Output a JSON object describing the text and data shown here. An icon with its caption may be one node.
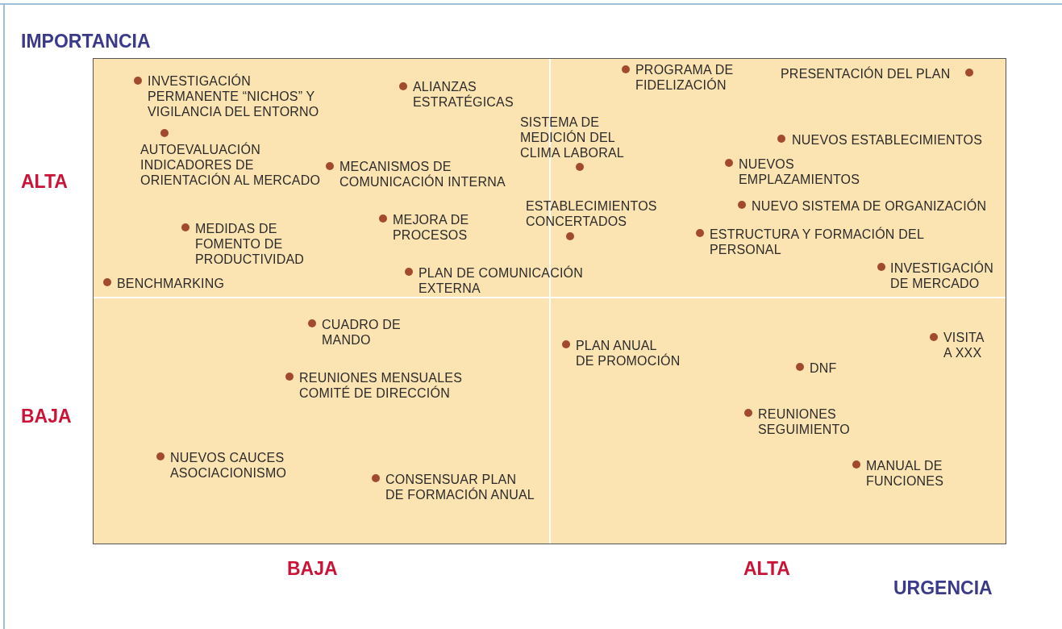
{
  "diagram": {
    "labels": [
      "IMPORTANCIA",
      "PROGRAMA DE FIDELIZACIÓN",
      "PRESENTACIÓN DEL PLAN",
      "INVESTIGACIÓN PERMANENTE “NICHOS” Y VIGILANCIA DEL ENTORNO",
      "ALIANZAS ESTRATÉGICAS",
      "SISTEMA DE MEDICIÓN DEL CLIMA LABORAL",
      "AUTOEVALUACIÓN INDICADORES DE ORIENTACIÓN AL MERCADO",
      "NUEVOS ESTABLECIMIENTOS",
      "NUEVOS EMPLAZAMIENTOS",
      "MECANISMOS DE COMUNICACIÓN INTERNA",
      "ALTA",
      "NUEVO SISTEMA DE ORGANIZACIÓN",
      "ESTABLECIMIENTOS CONCERTADOS",
      "MEJORA DE PROCESOS",
      "MEDIDAS DE FOMENTO DE PRODUCTIVIDAD",
      "ESTRUCTURA Y FORMACIÓN DEL PERSONAL",
      "INVESTIGACIÓN DE MERCADO",
      "PLAN DE COMUNICACIÓN EXTERNA",
      "BENCHMARKING",
      "CUADRO DE MANDO",
      "VISITA A XXX",
      "PLAN ANUAL DE PROMOCIÓN",
      "DNF",
      "REUNIONES MENSUALES COMITÉ DE DIRECCIÓN",
      "BAJA",
      "REUNIONES SEGUIMIENTO",
      "NUEVOS CAUCES ASOCIACIONISMO",
      "MANUAL DE FUNCIONES",
      "CONSENSUAR PLAN DE FORMACIÓN ANUAL",
      "BAJA",
      "ALTA",
      "URGENCIA"
    ]
  }
}
